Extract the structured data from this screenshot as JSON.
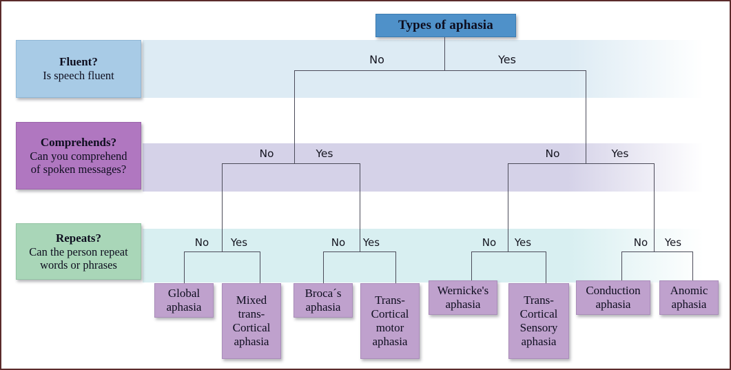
{
  "diagram": {
    "title": "Types of aphasia",
    "root": {
      "label": "Types of aphasia"
    },
    "levels": [
      {
        "key": "fluent",
        "title": "Fluent?",
        "subtitle": "Is speech fluent",
        "color": "#a8cbe6",
        "band_color": "#dbeaf3"
      },
      {
        "key": "comprehends",
        "title": "Comprehends?",
        "subtitle_line1": "Can you comprehend",
        "subtitle_line2": "of spoken messages?",
        "color": "#b077c0",
        "band_color": "#d3d0e7"
      },
      {
        "key": "repeats",
        "title": "Repeats?",
        "subtitle_line1": "Can the person repeat",
        "subtitle_line2": "words or phrases",
        "color": "#a9d6b8",
        "band_color": "#d6eef0"
      }
    ],
    "branch_labels": {
      "level1": [
        {
          "id": "l1-no",
          "text": "No"
        },
        {
          "id": "l1-yes",
          "text": "Yes"
        }
      ],
      "level2": [
        {
          "id": "l2a-no",
          "text": "No"
        },
        {
          "id": "l2a-yes",
          "text": "Yes"
        },
        {
          "id": "l2b-no",
          "text": "No"
        },
        {
          "id": "l2b-yes",
          "text": "Yes"
        }
      ],
      "level3": [
        {
          "id": "l3a-no",
          "text": "No"
        },
        {
          "id": "l3a-yes",
          "text": "Yes"
        },
        {
          "id": "l3b-no",
          "text": "No"
        },
        {
          "id": "l3b-yes",
          "text": "Yes"
        },
        {
          "id": "l3c-no",
          "text": "No"
        },
        {
          "id": "l3c-yes",
          "text": "Yes"
        },
        {
          "id": "l3d-no",
          "text": "No"
        },
        {
          "id": "l3d-yes",
          "text": "Yes"
        }
      ]
    },
    "leaves": [
      {
        "id": "global",
        "lines": [
          "Global",
          "aphasia"
        ]
      },
      {
        "id": "mixed-tc",
        "lines": [
          "Mixed",
          "trans-",
          "Cortical",
          "aphasia"
        ]
      },
      {
        "id": "broca",
        "lines": [
          "Broca´s",
          "aphasia"
        ]
      },
      {
        "id": "tc-motor",
        "lines": [
          "Trans-",
          "Cortical",
          "motor",
          "aphasia"
        ]
      },
      {
        "id": "wernicke",
        "lines": [
          "Wernicke's",
          "aphasia"
        ]
      },
      {
        "id": "tc-sensory",
        "lines": [
          "Trans-",
          "Cortical",
          "Sensory",
          "aphasia"
        ]
      },
      {
        "id": "conduction",
        "lines": [
          "Conduction",
          "aphasia"
        ]
      },
      {
        "id": "anomic",
        "lines": [
          "Anomic",
          "aphasia"
        ]
      }
    ],
    "colors": {
      "root_box": "#4f91c9",
      "leaf_box": "#bfa1cd",
      "line": "#4a4a58",
      "border": "#5b2b2b"
    }
  }
}
